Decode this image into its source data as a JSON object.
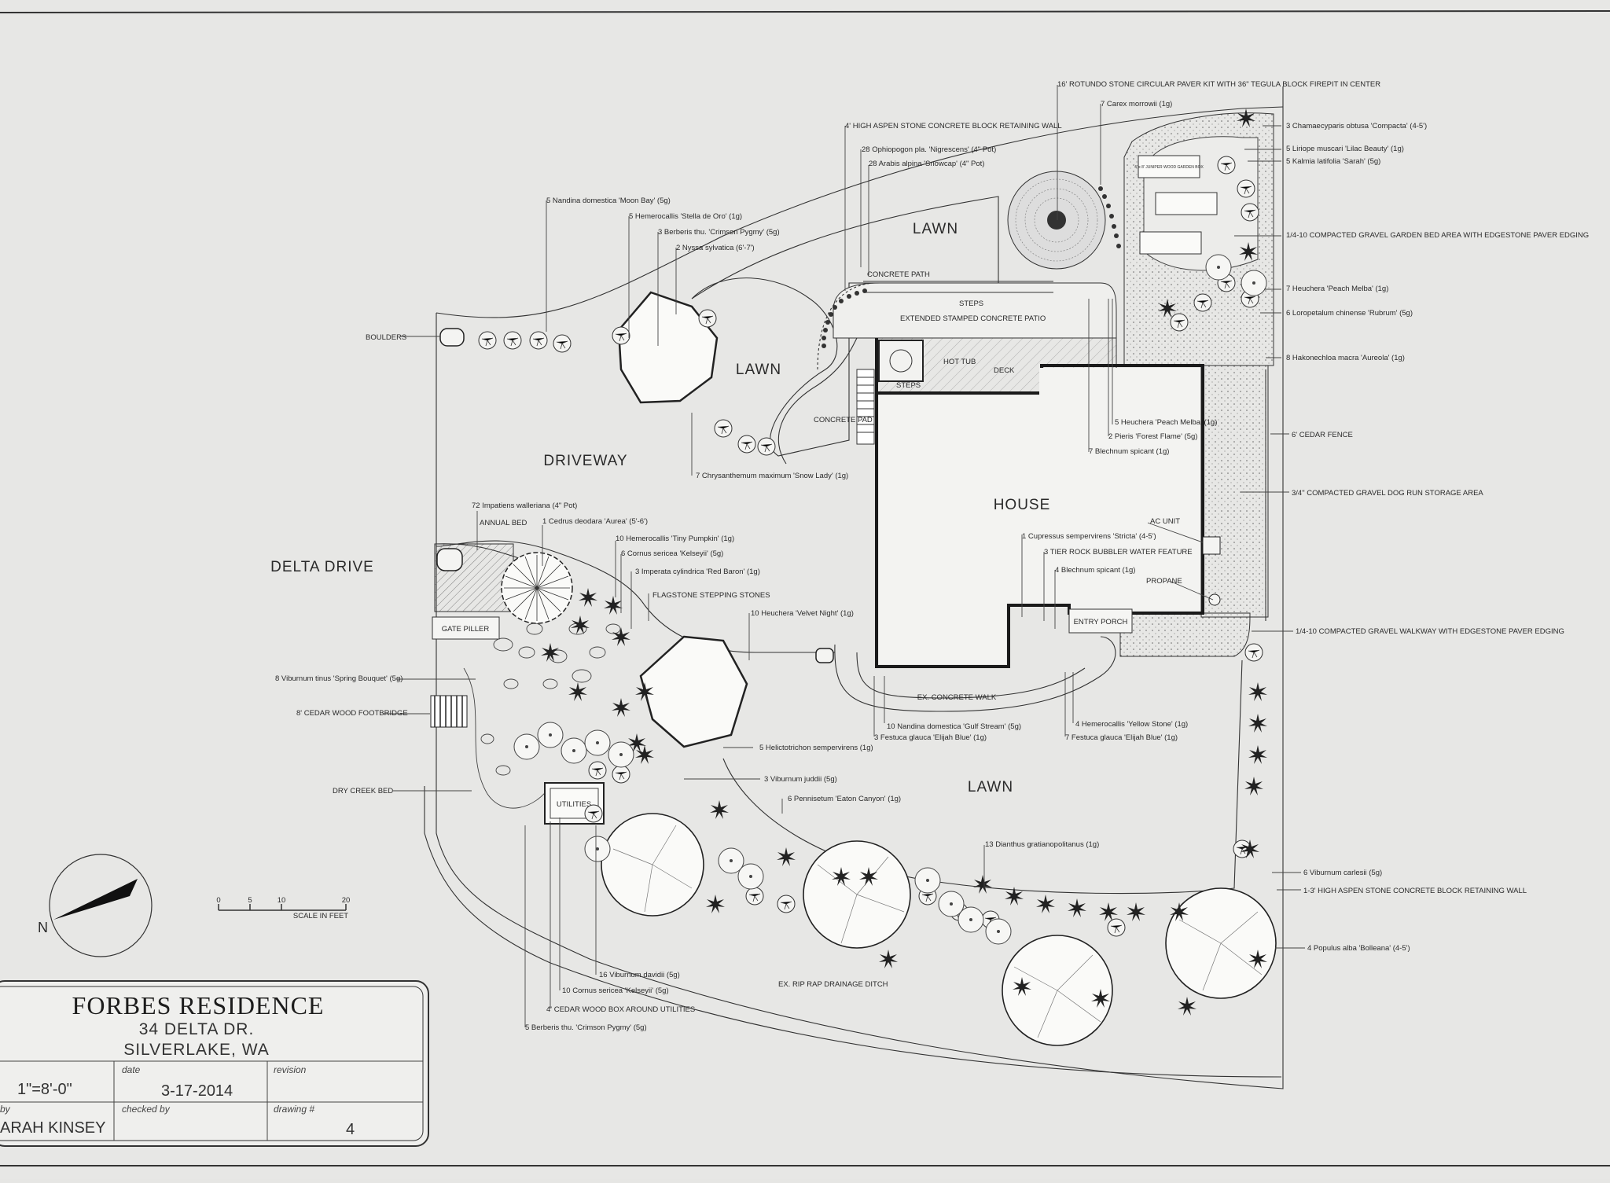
{
  "title_block": {
    "project": "FORBES RESIDENCE",
    "address_line1": "34 DELTA DR.",
    "address_line2": "SILVERLAKE, WA",
    "scale_value": "1\"=8'-0\"",
    "date_label": "date",
    "date_value": "3-17-2014",
    "revision_label": "revision",
    "by_label": "by",
    "by_value": "ARAH KINSEY",
    "checked_label": "checked by",
    "drawing_label": "drawing #",
    "drawing_value": "4"
  },
  "scale_bar": {
    "ticks": [
      "0",
      "5",
      "10",
      "20"
    ],
    "caption": "SCALE IN FEET"
  },
  "north_arrow": {
    "letter": "N"
  },
  "areas": {
    "lawn_top": "LAWN",
    "lawn_mid": "LAWN",
    "lawn_bottom": "LAWN",
    "driveway": "DRIVEWAY",
    "street": "DELTA DRIVE",
    "house": "HOUSE",
    "deck": "DECK",
    "hot_tub": "HOT TUB",
    "steps_deck": "STEPS",
    "steps_path": "STEPS",
    "concrete_path": "CONCRETE PATH",
    "patio": "EXTENDED STAMPED CONCRETE PATIO",
    "concrete_pad": "CONCRETE PAD",
    "entry_porch": "ENTRY PORCH",
    "concrete_walk": "EX. CONCRETE WALK",
    "utilities": "UTILITIES",
    "gate_piller": "GATE PILLER",
    "garden_box": "4' x 8' JUNIPER WOOD GARDEN BOX"
  },
  "callouts": {
    "boulders": "BOULDERS",
    "nandina_moon": "5 Nandina domestica 'Moon Bay' (5g)",
    "hemerocallis_stella": "5 Hemerocallis 'Stella de Oro' (1g)",
    "berberis_pygmy": "3 Berberis thu. 'Crimson Pygmy' (5g)",
    "nyssa": "2 Nyssa sylvatica (6'-7')",
    "aspen_wall": "4' HIGH ASPEN STONE CONCRETE BLOCK RETAINING WALL",
    "ophiopogon": "28 Ophiopogon pla. 'Nigrescens' (4\" Pot)",
    "arabis": "28 Arabis alpina 'Snowcap' (4\" Pot)",
    "rotundo": "16' ROTUNDO STONE CIRCULAR PAVER KIT WITH 36\" TEGULA BLOCK FIREPIT IN CENTER",
    "carex": "7 Carex morrowii (1g)",
    "chamaecyparis": "3 Chamaecyparis obtusa 'Compacta' (4-5')",
    "liriope": "5 Liriope muscari 'Lilac Beauty' (1g)",
    "kalmia": "5 Kalmia latifolia 'Sarah' (5g)",
    "gravel_bed": "1/4-10 COMPACTED GRAVEL GARDEN BED AREA WITH EDGESTONE PAVER EDGING",
    "heuchera_melba": "7 Heuchera 'Peach Melba' (1g)",
    "loropetalum": "6 Loropetalum chinense 'Rubrum' (5g)",
    "hakonechloa": "8 Hakonechloa macra 'Aureola' (1g)",
    "heuchera_melba5": "5 Heuchera 'Peach Melba' (1g)",
    "pieris": "2 Pieris 'Forest Flame' (5g)",
    "blechnum7": "7 Blechnum spicant (1g)",
    "cedar_fence": "6' CEDAR FENCE",
    "dog_run": "3/4\" COMPACTED GRAVEL DOG RUN STORAGE AREA",
    "chrysanthemum": "7 Chrysanthemum maximum 'Snow Lady' (1g)",
    "impatiens": "72 Impatiens walleriana (4\" Pot)",
    "annual_bed": "ANNUAL BED",
    "cedrus": "1 Cedrus deodara 'Aurea' (5'-6')",
    "hemerocallis_pumpkin": "10 Hemerocallis 'Tiny Pumpkin' (1g)",
    "cornus_kelseyi6": "6 Cornus sericea 'Kelseyii' (5g)",
    "imperata": "3 Imperata cylindrica 'Red Baron' (1g)",
    "flagstone": "FLAGSTONE STEPPING STONES",
    "heuchera_velvet": "10 Heuchera 'Velvet Night' (1g)",
    "viburnum_tinus": "8 Viburnum tinus 'Spring Bouquet' (5g)",
    "footbridge": "8' CEDAR WOOD FOOTBRIDGE",
    "dry_creek": "DRY CREEK BED",
    "helictotrichon": "5 Helictotrichon sempervirens (1g)",
    "viburnum_juddii": "3 Viburnum juddii (5g)",
    "pennisetum": "6 Pennisetum 'Eaton Canyon' (1g)",
    "ac_unit": "AC UNIT",
    "cupressus": "1 Cupressus sempervirens 'Stricta' (4-5')",
    "bubbler": "3 TIER ROCK BUBBLER WATER FEATURE",
    "blechnum4": "4 Blechnum spicant (1g)",
    "propane": "PROPANE",
    "gravel_walkway": "1/4-10 COMPACTED GRAVEL WALKWAY WITH EDGESTONE PAVER EDGING",
    "nandina_gulf": "10 Nandina domestica 'Gulf Stream' (5g)",
    "festuca3": "3 Festuca glauca 'Elijah Blue' (1g)",
    "hemerocallis_yellow": "4 Hemerocallis 'Yellow Stone' (1g)",
    "festuca7": "7 Festuca glauca 'Elijah Blue' (1g)",
    "dianthus": "13 Dianthus gratianopolitanus (1g)",
    "viburnum_carlesii": "6 Viburnum carlesii (5g)",
    "aspen_wall_low": "1-3' HIGH ASPEN STONE CONCRETE BLOCK RETAINING WALL",
    "populus": "4 Populus alba 'Bolleana' (4-5')",
    "viburnum_davidii": "16 Viburnum davidii (5g)",
    "cornus_kelseyi10": "10 Cornus sericea 'Kelseyii' (5g)",
    "cedar_box": "4' CEDAR WOOD BOX AROUND UTILITIES",
    "berberis_pygmy5": "5 Berberis thu. 'Crimson Pygmy' (5g)",
    "riprap": "EX. RIP RAP DRAINAGE DITCH"
  }
}
